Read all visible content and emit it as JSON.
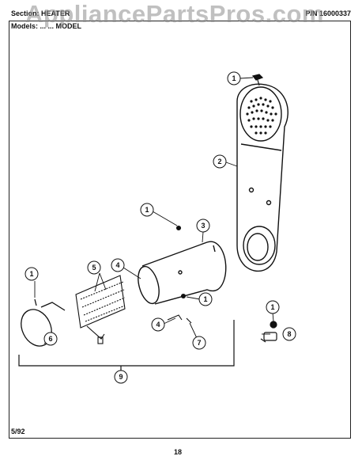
{
  "header": {
    "section": "Section: HEATER",
    "part_number": "P/N 16000337",
    "models": "Models: ... ... MODEL"
  },
  "watermark": "AppliancePartsPros.com",
  "footer": {
    "date": "5/92",
    "page": "18"
  },
  "callouts": [
    "1",
    "2",
    "1",
    "3",
    "5",
    "4",
    "1",
    "1",
    "4",
    "7",
    "6",
    "1",
    "8",
    "9"
  ],
  "colors": {
    "ink": "#111111",
    "watermark": "#8c8c8c"
  }
}
